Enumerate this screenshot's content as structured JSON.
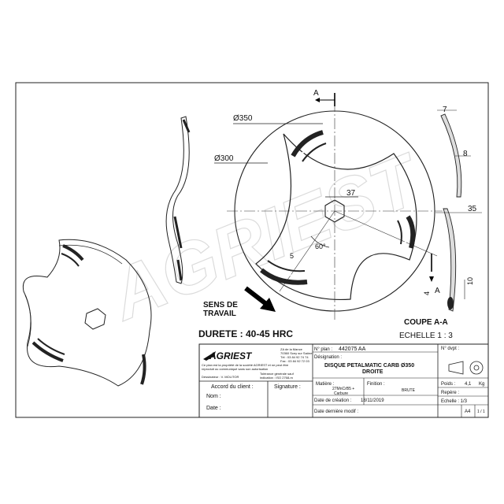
{
  "drawing": {
    "dimensions": {
      "d350": "Ø350",
      "d300": "Ø300",
      "d37": "37",
      "d5": "5",
      "d60": "60°",
      "d7": "7",
      "d8": "8",
      "d35": "35",
      "d10": "10",
      "d4": "4"
    },
    "section_marks": {
      "top": "A",
      "bottom": "A"
    },
    "section_view": {
      "title": "COUPE A-A",
      "scale": "ECHELLE 1 : 3"
    },
    "direction": {
      "line1": "SENS DE",
      "line2": "TRAVAIL"
    },
    "hardness": "DURETE : 40-45 HRC",
    "watermark": "AGRIEST"
  },
  "title_block": {
    "company": "AGRIEST",
    "address": [
      "ZA de la Mance",
      "70360 Scey sur Saône",
      "Tél : 03 84 92 74 74",
      "Fax : 03 84 92 72 03"
    ],
    "notice": [
      "Ce plan est la propriété de la société AGRIEST et ne peut être",
      "reproduit ou communiqué sans son autorisation"
    ],
    "draftsman": "Dessinateur : V. MOLITOR",
    "tolerance": [
      "Tolérance générale sauf",
      "indication : ISO 2768-m"
    ],
    "client_approval": "Accord du client :",
    "signature": "Signature :",
    "name": "Nom :",
    "date": "Date :",
    "plan_no_label": "N° plan :",
    "plan_no": "442075 AA",
    "design_label": "Désignation :",
    "design_line1": "DISQUE PETALMATIC CARB Ø350",
    "design_line2": "DROITE",
    "material_label": "Matière :",
    "material": [
      "27MnCrB5 +",
      "Carbure"
    ],
    "finish_label": "Finition :",
    "finish": "BRUTE",
    "created_label": "Date de création :",
    "created": "18/11/2019",
    "modified_label": "Date dernière modif :",
    "dvpt_label": "N° dvpt :",
    "weight_label": "Poids :",
    "weight_value": "4,1",
    "weight_unit": "Kg",
    "repere_label": "Repère :",
    "scale_label": "Echelle : 1/3",
    "format": "A4",
    "sheet": "1 / 1"
  }
}
